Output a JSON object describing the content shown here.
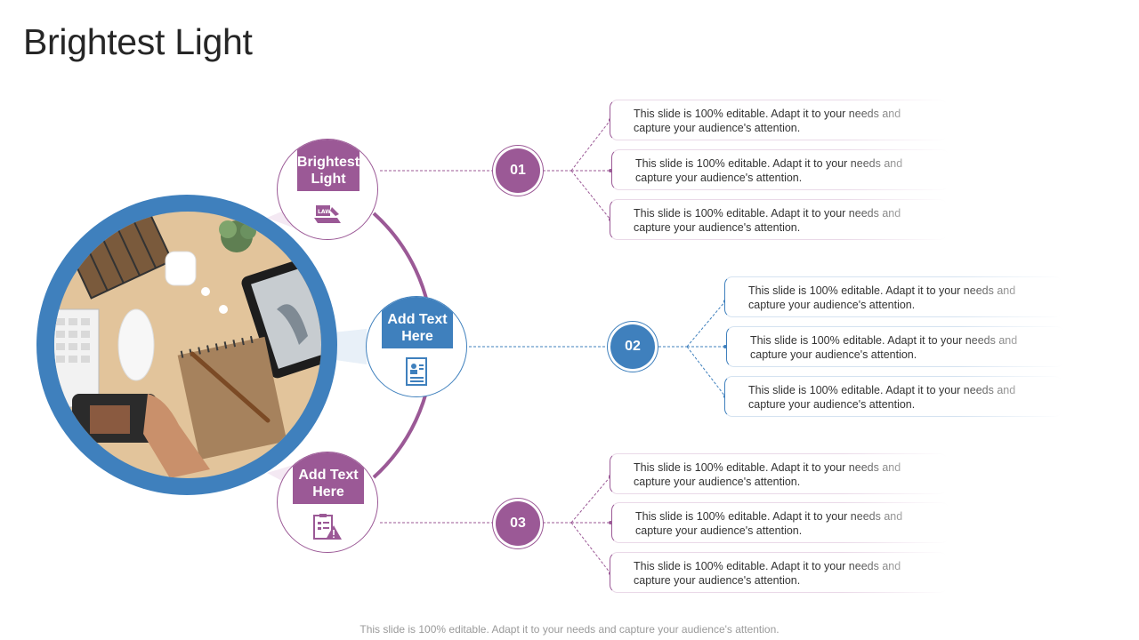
{
  "slide": {
    "title": "Brightest Light",
    "footer": "This slide is 100% editable. Adapt it to your needs and capture your audience's attention."
  },
  "colors": {
    "purple": "#9b5996",
    "blue": "#3f80bd",
    "text": "#262626"
  },
  "nodes": [
    {
      "label": "Brightest Light",
      "icon": "law-book-icon",
      "color": "purple"
    },
    {
      "label": "Add Text Here",
      "icon": "id-document-icon",
      "color": "blue"
    },
    {
      "label": "Add Text Here",
      "icon": "warning-checklist-icon",
      "color": "purple"
    }
  ],
  "groups": [
    {
      "number": "01",
      "items": [
        "This slide is 100% editable. Adapt it to your needs and capture your audience's attention.",
        "This slide is 100% editable. Adapt it to your needs and capture your audience's attention.",
        "This slide is 100% editable. Adapt it to your needs and capture your audience's attention."
      ]
    },
    {
      "number": "02",
      "items": [
        "This slide is 100% editable. Adapt it to your needs and capture your audience's attention.",
        "This slide is 100% editable. Adapt it to your needs and capture your audience's attention.",
        "This slide is 100% editable. Adapt it to your needs and capture your audience's attention."
      ]
    },
    {
      "number": "03",
      "items": [
        "This slide is 100% editable. Adapt it to your needs and capture your audience's attention.",
        "This slide is 100% editable. Adapt it to your needs and capture your audience's attention.",
        "This slide is 100% editable. Adapt it to your needs and capture your audience's attention."
      ]
    }
  ],
  "image": {
    "subject": "desk-flatlay-photo"
  }
}
